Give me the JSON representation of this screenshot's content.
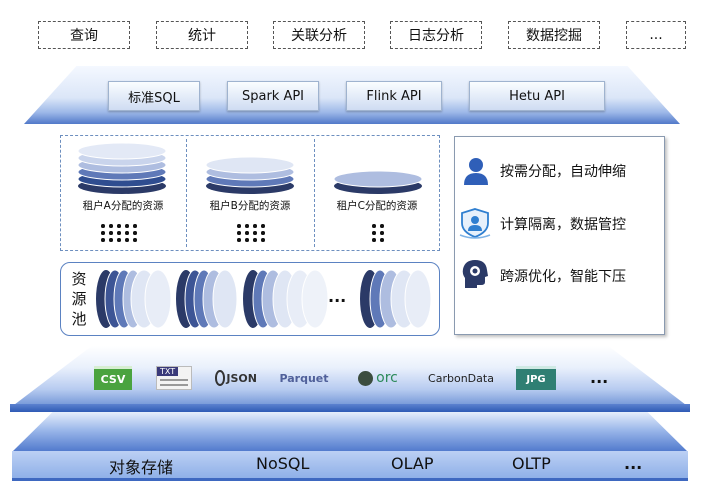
{
  "top_row": [
    "查询",
    "统计",
    "关联分析",
    "日志分析",
    "数据挖掘",
    "..."
  ],
  "api_layer": [
    "标准SQL",
    "Spark API",
    "Flink API",
    "Hetu API"
  ],
  "tenants": [
    {
      "label": "租户A分配的资源"
    },
    {
      "label": "租户B分配的资源"
    },
    {
      "label": "租户C分配的资源"
    }
  ],
  "resource_pool": {
    "label_chars": [
      "资",
      "源",
      "池"
    ],
    "ellipsis": "..."
  },
  "features": [
    {
      "icon": "user-icon",
      "text": "按需分配，自动伸缩"
    },
    {
      "icon": "shield-user-icon",
      "text": "计算隔离，数据管控"
    },
    {
      "icon": "brain-gear-icon",
      "text": "跨源优化，智能下压"
    }
  ],
  "formats": {
    "csv": "CSV",
    "txt": "TXT",
    "json": "JSON",
    "parquet": "Parquet",
    "orc": "orc",
    "carbondata": "CarbonData",
    "jpg": "JPG",
    "ellipsis": "..."
  },
  "storage": [
    "对象存储",
    "NoSQL",
    "OLAP",
    "OLTP",
    "..."
  ],
  "colors": {
    "dark_navy": "#2b3a67",
    "mid_blue": "#5f79b8",
    "light_blue": "#aebde0",
    "pale": "#dfe6f4",
    "platform_blue": "#3e68c0"
  }
}
